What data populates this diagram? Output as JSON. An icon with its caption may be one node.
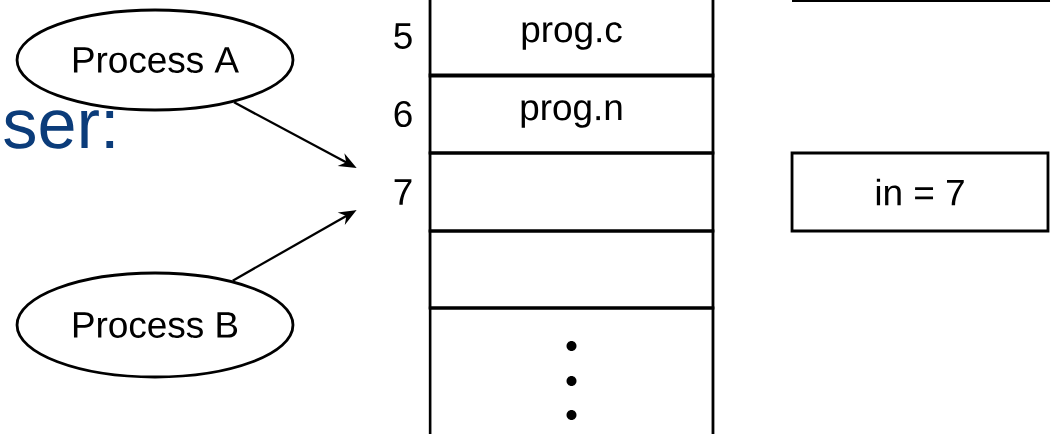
{
  "diagram": {
    "nodes": [
      {
        "text": [
          "Process A"
        ]
      },
      {
        "text": [
          "Process B"
        ]
      },
      {
        "text": [
          "prog.c"
        ],
        "beside": [
          "5"
        ]
      },
      {
        "text": [
          "prog.n"
        ],
        "beside": [
          "6"
        ]
      },
      {
        "text": [],
        "shape": "box",
        "beside": [
          "7"
        ]
      },
      {
        "text": [],
        "shape": "box"
      },
      {
        "text": [],
        "shape": "box"
      },
      {
        "text": [
          "in = 7"
        ]
      }
    ],
    "edges": [
      {
        "from": 0,
        "to": 4,
        "arrow": "to"
      },
      {
        "from": 1,
        "to": 4,
        "arrow": "to"
      }
    ],
    "labels": [
      "ser:"
    ]
  }
}
